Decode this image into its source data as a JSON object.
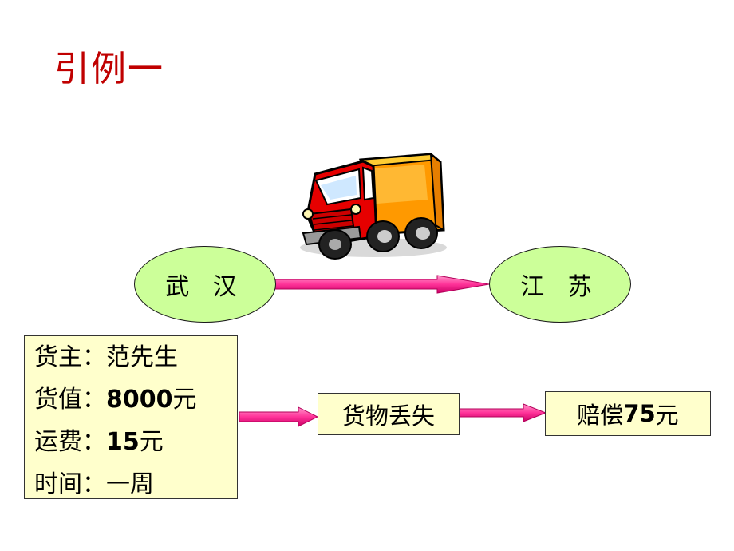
{
  "title": "引例一",
  "route": {
    "from": "武 汉",
    "to": "江 苏"
  },
  "info": {
    "owner_label": "货主：",
    "owner_value": "范先生",
    "value_label": "货值：",
    "value_number": "8000",
    "value_unit": "元",
    "freight_label": "运费：",
    "freight_number": "15",
    "freight_unit": "元",
    "time_label": "时间：",
    "time_value": "一周"
  },
  "event": "货物丢失",
  "compensation": {
    "label": "赔偿",
    "number": "75",
    "unit": "元"
  },
  "colors": {
    "title": "#c00000",
    "node_fill": "#ccff99",
    "box_fill": "#ffffcc",
    "arrow": "#ff3399"
  },
  "icons": [
    "truck-icon"
  ]
}
